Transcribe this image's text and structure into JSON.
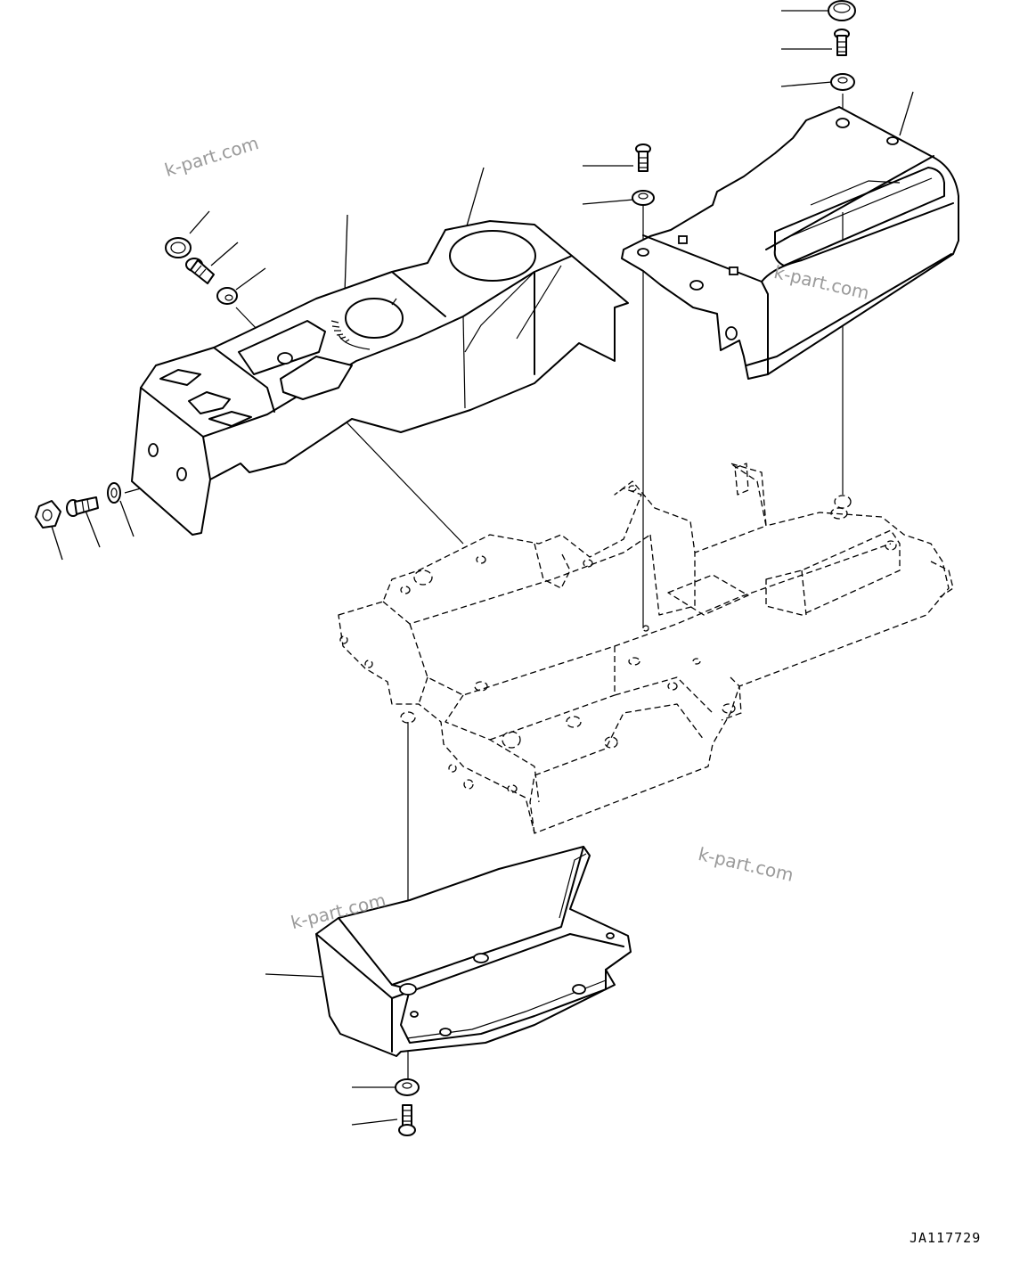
{
  "watermarks": [
    "k-part.com",
    "k-part.com",
    "k-part.com",
    "k-part.com"
  ],
  "drawing_code": "JA117729",
  "colors": {
    "line": "#000000",
    "watermark": "#9a9a9a",
    "background": "#ffffff"
  },
  "parts": [
    "washer-top",
    "bolt-top",
    "grommet-top",
    "rear-cover",
    "bolt-mid",
    "washer-mid",
    "console-cover",
    "clip",
    "screw",
    "grommet-left",
    "nut",
    "bolt-side",
    "washer-side",
    "base-frame",
    "under-cover",
    "grommet-bottom",
    "bolt-bottom"
  ]
}
